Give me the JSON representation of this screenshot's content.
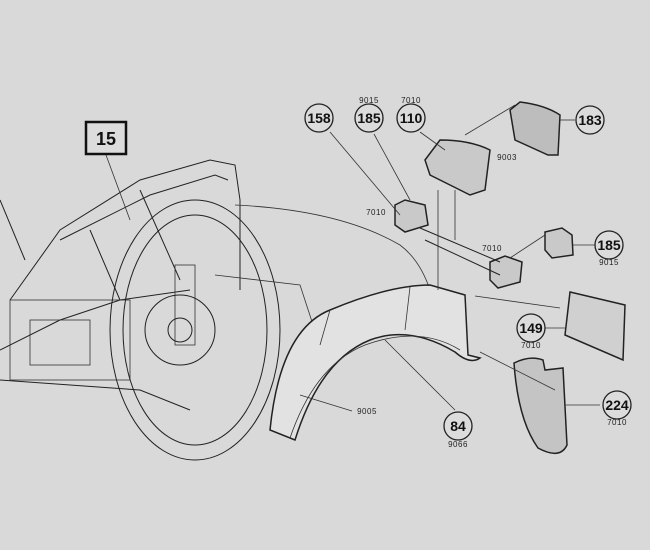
{
  "figure": {
    "label": "15",
    "callouts": [
      {
        "id": "158",
        "code": ""
      },
      {
        "id": "185",
        "code": "9015"
      },
      {
        "id": "110",
        "code": "7010"
      },
      {
        "id": "183",
        "code": ""
      },
      {
        "id": "185",
        "code": "9015"
      },
      {
        "id": "149",
        "code": "7010"
      },
      {
        "id": "224",
        "code": "7010"
      },
      {
        "id": "84",
        "code": "9066"
      }
    ],
    "part_codes": {
      "lens": "9003",
      "left_lamp": "7010",
      "right_lamp": "7010",
      "fender": "9005"
    }
  },
  "colors": {
    "background": "#d9d9d9",
    "ink": "#222222"
  }
}
